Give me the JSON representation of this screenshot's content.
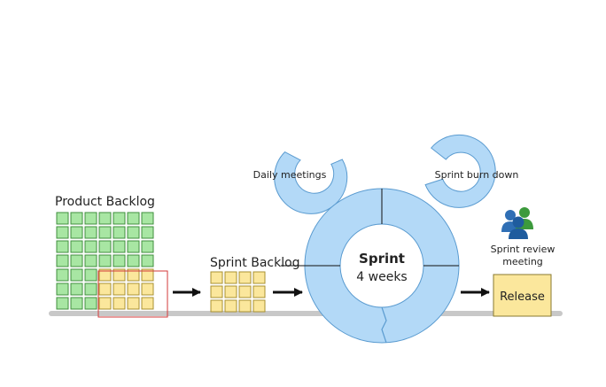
{
  "labels": {
    "product_backlog": "Product Backlog",
    "sprint_backlog": "Sprint Backlog",
    "daily_meetings": "Daily meetings",
    "sprint_burn_down": "Sprint burn down",
    "sprint_title": "Sprint",
    "sprint_duration": "4 weeks",
    "sprint_review_line1": "Sprint review",
    "sprint_review_line2": "meeting",
    "release": "Release"
  },
  "icons": {
    "review_meeting": "people-group-icon",
    "flow_arrows": "arrow-right-icon"
  },
  "colors": {
    "product_backlog_fill": "#a8e6a3",
    "product_backlog_stroke": "#3f8f3c",
    "sprint_item_fill": "#fbe79c",
    "sprint_item_stroke": "#a89030",
    "selection_outline": "#d33a3a",
    "sprint_cycle_fill": "#b3d9f7",
    "sprint_cycle_stroke": "#5a9bd0",
    "release_fill": "#fbe79c",
    "timeline": "#c8c8c8",
    "arrow": "#111111"
  }
}
